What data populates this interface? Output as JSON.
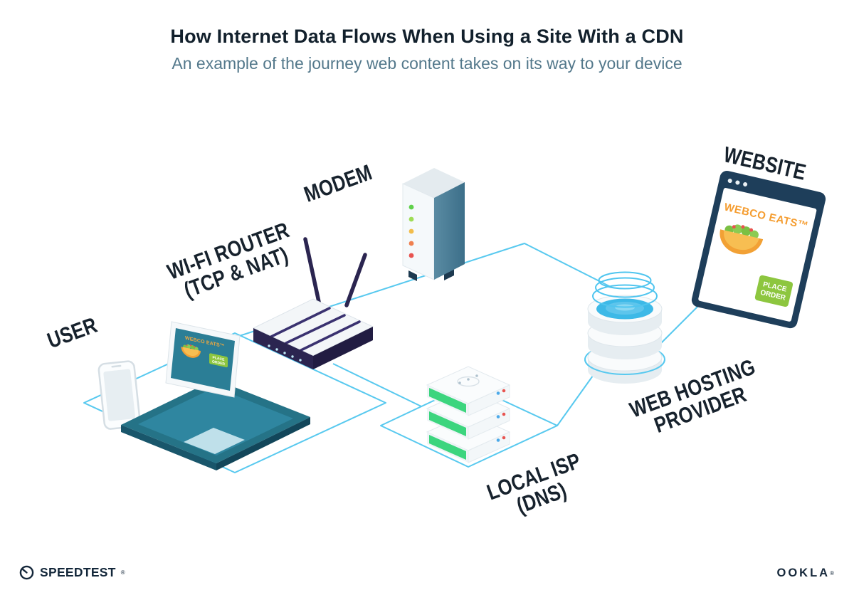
{
  "header": {
    "title": "How Internet Data Flows When Using a Site With a CDN",
    "subtitle": "An example of the journey web content takes on its way to your device"
  },
  "labels": {
    "user": "USER",
    "wifi_router_line1": "WI-FI ROUTER",
    "wifi_router_line2": "(TCP & NAT)",
    "modem": "MODEM",
    "website": "WEBSITE",
    "local_isp_line1": "LOCAL ISP",
    "local_isp_line2": "(DNS)",
    "web_hosting_line1": "WEB HOSTING",
    "web_hosting_line2": "PROVIDER"
  },
  "site": {
    "brand": "WEBCO EATS™",
    "cta_line1": "PLACE",
    "cta_line2": "ORDER"
  },
  "footer": {
    "speedtest": "SPEEDTEST",
    "speedtest_mark": "®",
    "ookla": "OOKLA",
    "ookla_mark": "®"
  },
  "colors": {
    "connection_line": "#58C9EF",
    "label_text": "#17222D",
    "subtitle_text": "#53788B",
    "brand_orange": "#F59D30",
    "cta_green": "#8DC63F",
    "device_navy": "#1E3E5A",
    "router_purple": "#2B2550",
    "laptop_teal": "#2B7E96",
    "server_green": "#3CD57E",
    "water_blue": "#3DB9E7",
    "modem_led_colors": [
      "#5FD14B",
      "#9EDD55",
      "#F2BD4B",
      "#EF8050",
      "#E85450"
    ]
  }
}
